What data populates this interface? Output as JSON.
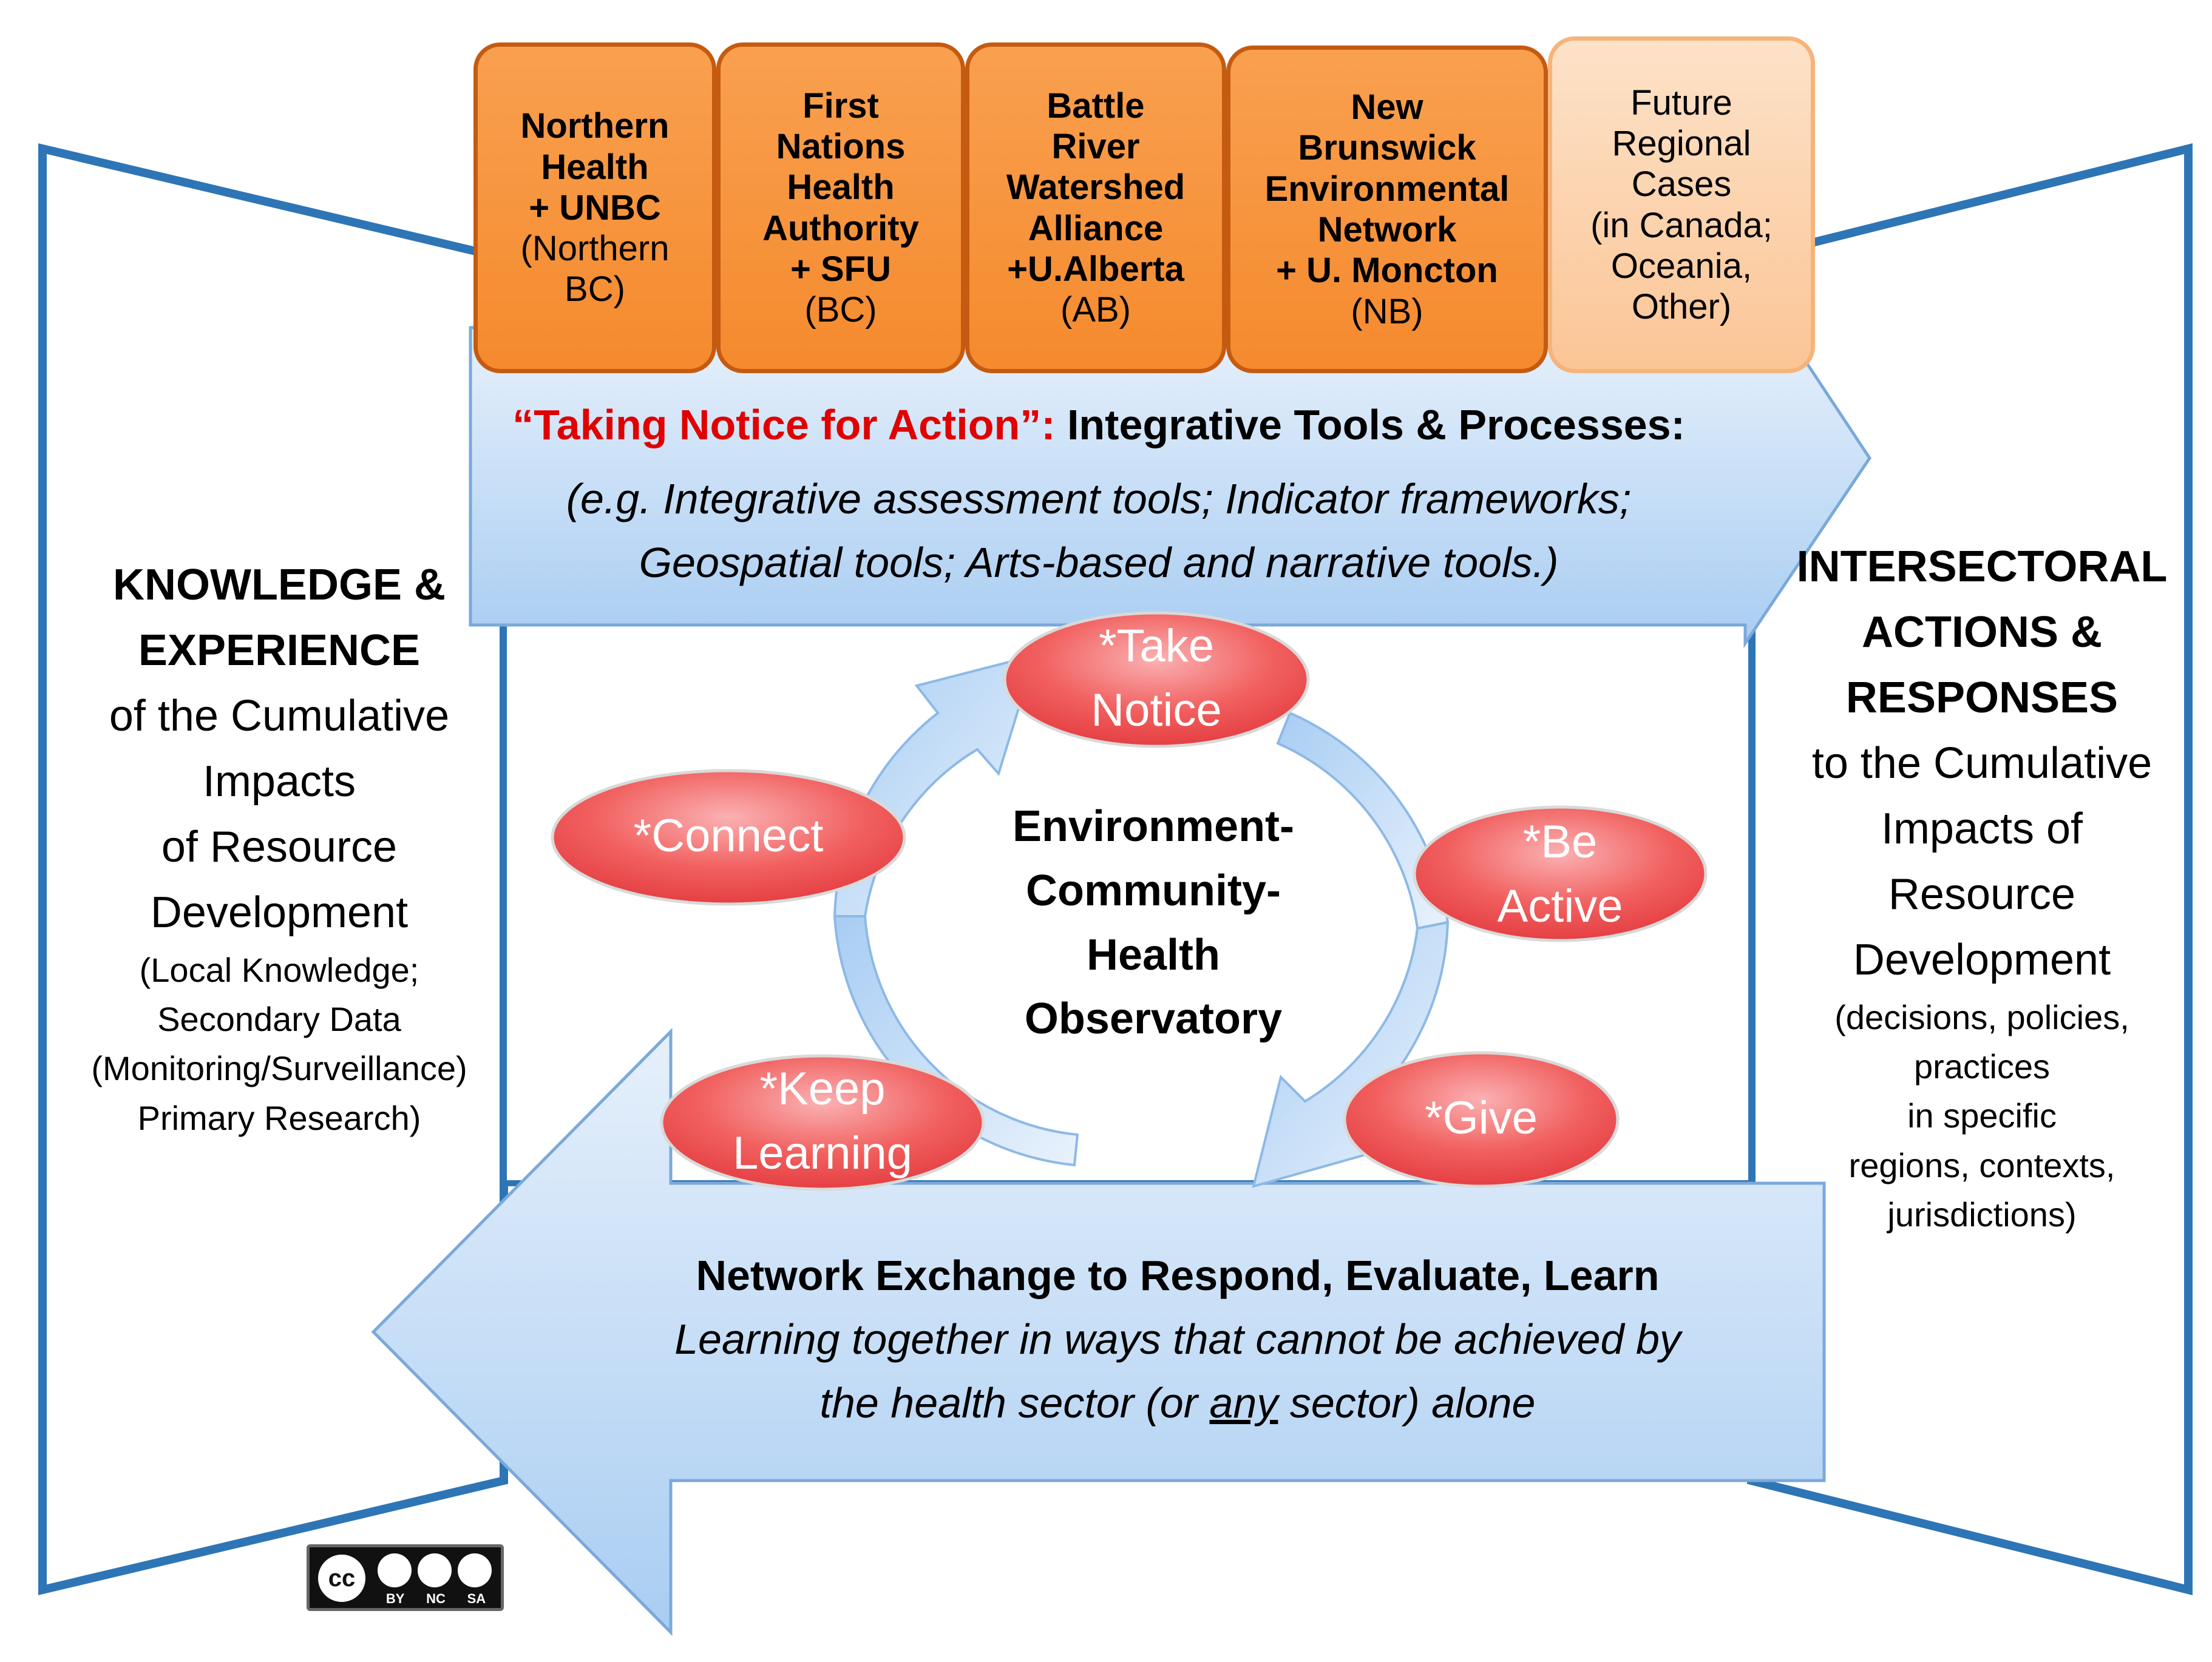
{
  "partner_boxes": [
    {
      "lines_bold": [
        "Northern",
        "Health",
        "+ UNBC"
      ],
      "lines_regular": [
        "(Northern",
        "BC)"
      ]
    },
    {
      "lines_bold": [
        "First",
        "Nations",
        "Health",
        "Authority",
        "+ SFU"
      ],
      "lines_regular": [
        "(BC)"
      ]
    },
    {
      "lines_bold": [
        "Battle",
        "River",
        "Watershed",
        "Alliance",
        "+U.Alberta"
      ],
      "lines_regular": [
        "(AB)"
      ]
    },
    {
      "lines_bold": [
        "New",
        "Brunswick",
        "Environmental",
        "Network",
        "+ U. Moncton"
      ],
      "lines_regular": [
        "(NB)"
      ]
    },
    {
      "lines_bold": [],
      "lines_regular": [
        "Future",
        "Regional",
        "Cases",
        "(in Canada;",
        "Oceania,",
        "Other)"
      ]
    }
  ],
  "left_panel": {
    "heading": [
      "KNOWLEDGE &",
      "EXPERIENCE"
    ],
    "body": [
      "of the Cumulative",
      "Impacts",
      "of Resource",
      "Development"
    ],
    "detail": [
      "(Local Knowledge;",
      "Secondary Data",
      "(Monitoring/Surveillance)",
      "Primary Research)"
    ]
  },
  "right_panel": {
    "heading": [
      "INTERSECTORAL",
      "ACTIONS &",
      "RESPONSES"
    ],
    "body": [
      "to the Cumulative",
      "Impacts of",
      "Resource",
      "Development"
    ],
    "detail": [
      "(decisions, policies,",
      "practices",
      "in specific",
      "regions, contexts,",
      "jurisdictions)"
    ]
  },
  "top_arrow": {
    "quote": "“Taking Notice for Action”:",
    "title": " Integrative Tools & Processes:",
    "examples": [
      "(e.g. Integrative assessment tools; Indicator frameworks;",
      "Geospatial tools; Arts-based and narrative tools.)"
    ]
  },
  "bottom_arrow": {
    "title": "Network Exchange to Respond, Evaluate, Learn",
    "line1": "Learning together in ways that cannot be achieved by",
    "line2_pre": "the health sector (or ",
    "line2_underlined": "any",
    "line2_post": " sector) alone"
  },
  "center": {
    "lines": [
      "Environment-",
      "Community-",
      "Health",
      "Observatory"
    ]
  },
  "cycle_steps": [
    {
      "lines": [
        "*Take",
        "Notice"
      ]
    },
    {
      "lines": [
        "*Be",
        "Active"
      ]
    },
    {
      "lines": [
        "*Give"
      ]
    },
    {
      "lines": [
        "*Keep",
        "Learning"
      ]
    },
    {
      "lines": [
        "*Connect"
      ]
    }
  ],
  "license_badge": {
    "main": "cc",
    "terms": [
      "BY",
      "NC",
      "SA"
    ]
  },
  "colors": {
    "panel_border": "#2e75b6",
    "arrow_light": "#dce9f8",
    "arrow_dark": "#9ec5ef",
    "arrow_stroke": "#6a9fd4",
    "box_orange": "#f7953f",
    "box_peach": "#fcd4ae",
    "oval_red": "#ec4c50",
    "quote_red": "#e00000"
  }
}
